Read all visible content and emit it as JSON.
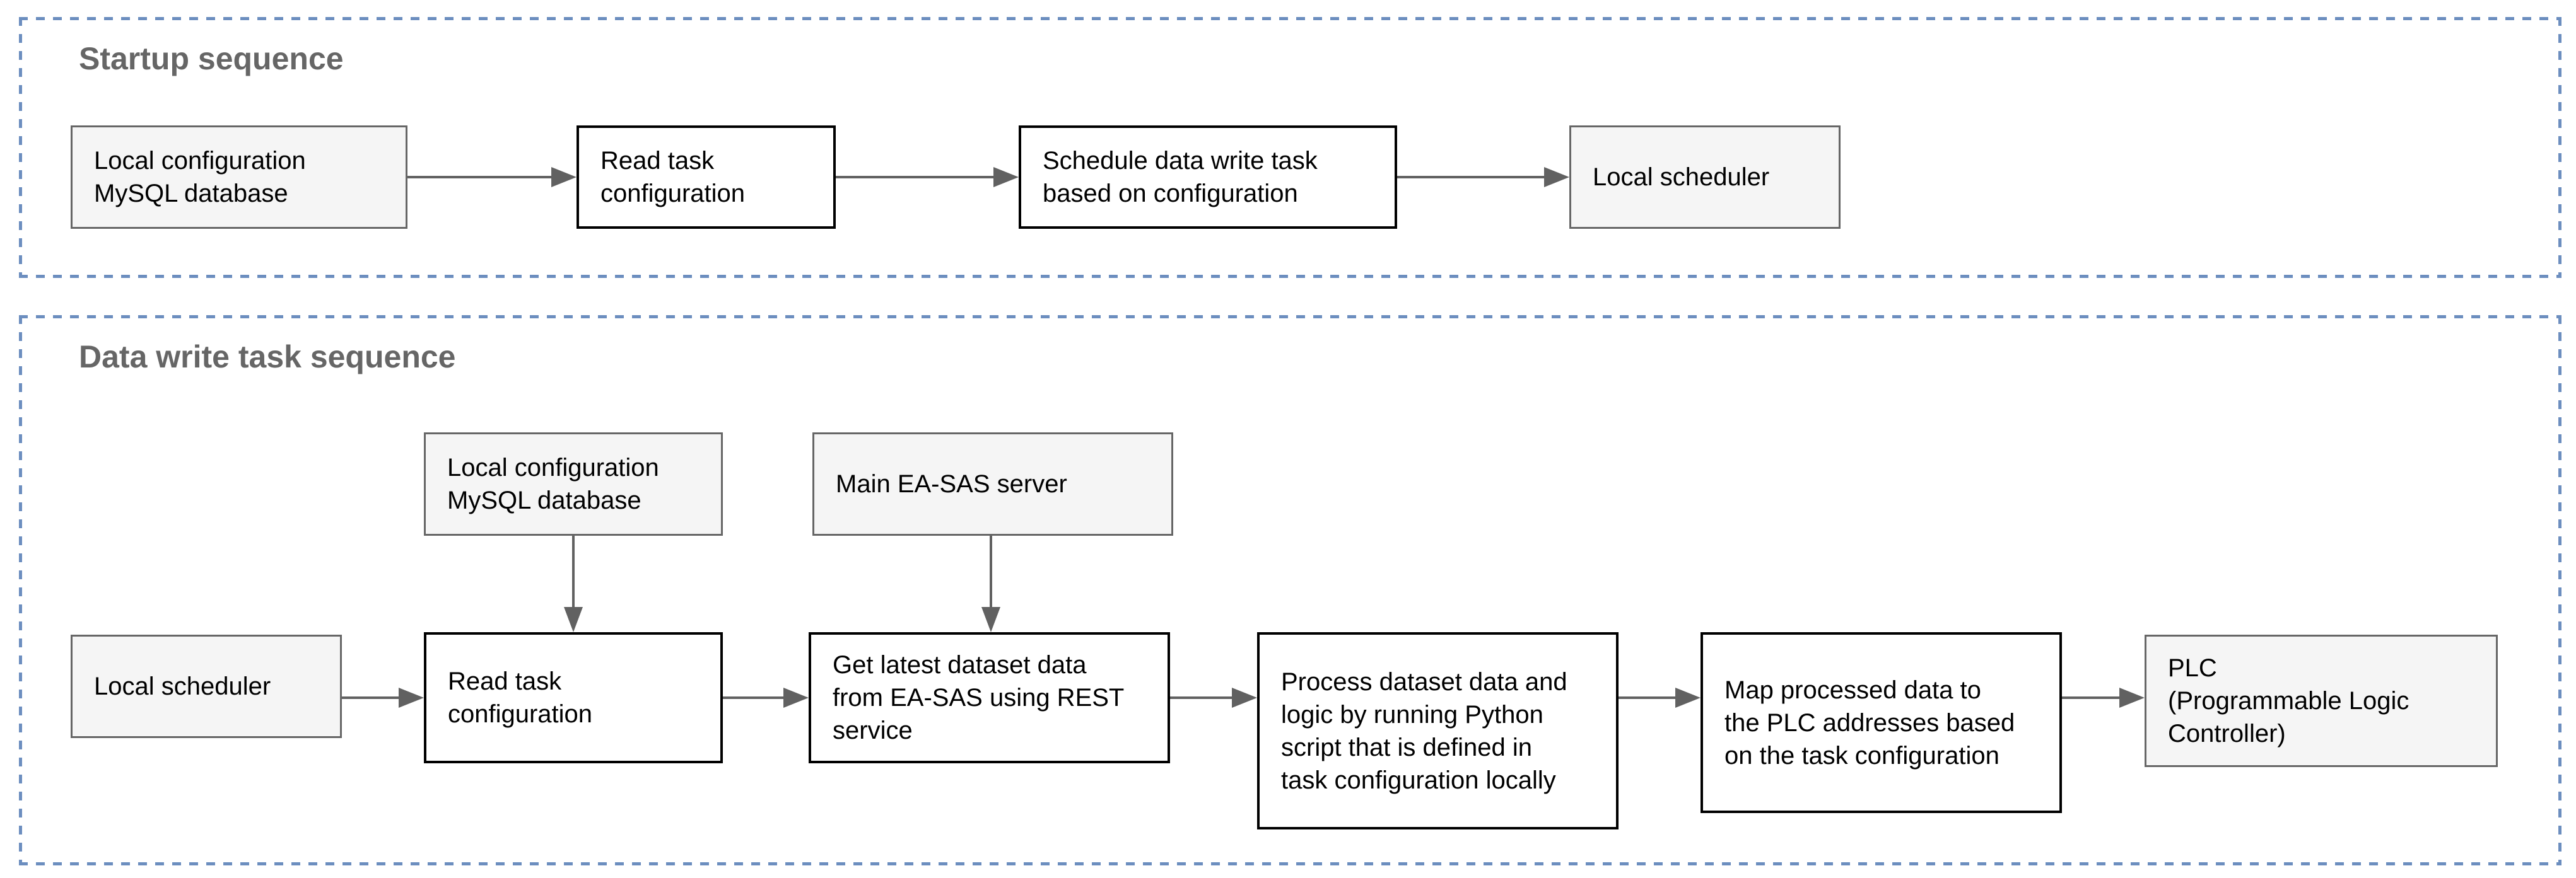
{
  "diagram": {
    "background": "#ffffff",
    "frame_border_color": "#6c8ebf",
    "section_title_color": "#666666",
    "arrow_color": "#616161",
    "node_styles": {
      "datastore": {
        "fill": "#f5f5f5",
        "border": "#666666"
      },
      "process": {
        "fill": "#ffffff",
        "border": "#000000"
      }
    }
  },
  "sections": [
    {
      "title": "Startup sequence",
      "boxes": [
        {
          "id": "local-config-mysql-db",
          "style": "datastore",
          "label": "Local configuration\nMySQL database"
        },
        {
          "id": "read-task-configuration",
          "style": "process",
          "label": "Read task\nconfiguration"
        },
        {
          "id": "schedule-data-write-task",
          "style": "process",
          "label": "Schedule data write task\nbased on configuration"
        },
        {
          "id": "local-scheduler",
          "style": "datastore",
          "label": "Local scheduler"
        }
      ],
      "connections": [
        {
          "from": "Local configuration MySQL database",
          "to": "Read task configuration"
        },
        {
          "from": "Read task configuration",
          "to": "Schedule data write task based on configuration"
        },
        {
          "from": "Schedule data write task based on configuration",
          "to": "Local scheduler"
        }
      ]
    },
    {
      "title": "Data write task sequence",
      "boxes": [
        {
          "id": "local-config-mysql-db",
          "style": "datastore",
          "label": "Local configuration\nMySQL database"
        },
        {
          "id": "main-ea-sas-server",
          "style": "datastore",
          "label": "Main EA-SAS server"
        },
        {
          "id": "local-scheduler",
          "style": "datastore",
          "label": "Local scheduler"
        },
        {
          "id": "read-task-configuration",
          "style": "process",
          "label": "Read task\nconfiguration"
        },
        {
          "id": "get-latest-dataset-data",
          "style": "process",
          "label": "Get latest dataset data\nfrom EA-SAS using REST\nservice"
        },
        {
          "id": "process-dataset-data",
          "style": "process",
          "label": "Process dataset data and\nlogic by running Python\nscript that is defined in\ntask configuration locally"
        },
        {
          "id": "map-processed-data",
          "style": "process",
          "label": "Map processed data to\nthe PLC addresses based\non the task configuration"
        },
        {
          "id": "plc",
          "style": "datastore",
          "label": "PLC\n(Programmable Logic\nController)"
        }
      ],
      "connections": [
        {
          "from": "Local configuration MySQL database",
          "to": "Read task configuration"
        },
        {
          "from": "Main EA-SAS server",
          "to": "Get latest dataset data from EA-SAS using REST service"
        },
        {
          "from": "Local scheduler",
          "to": "Read task configuration"
        },
        {
          "from": "Read task configuration",
          "to": "Get latest dataset data from EA-SAS using REST service"
        },
        {
          "from": "Get latest dataset data from EA-SAS using REST service",
          "to": "Process dataset data and logic by running Python script that is defined in task configuration locally"
        },
        {
          "from": "Process dataset data and logic by running Python script that is defined in task configuration locally",
          "to": "Map processed data to the PLC addresses based on the task configuration"
        },
        {
          "from": "Map processed data to the PLC addresses based on the task configuration",
          "to": "PLC (Programmable Logic Controller)"
        }
      ]
    }
  ]
}
